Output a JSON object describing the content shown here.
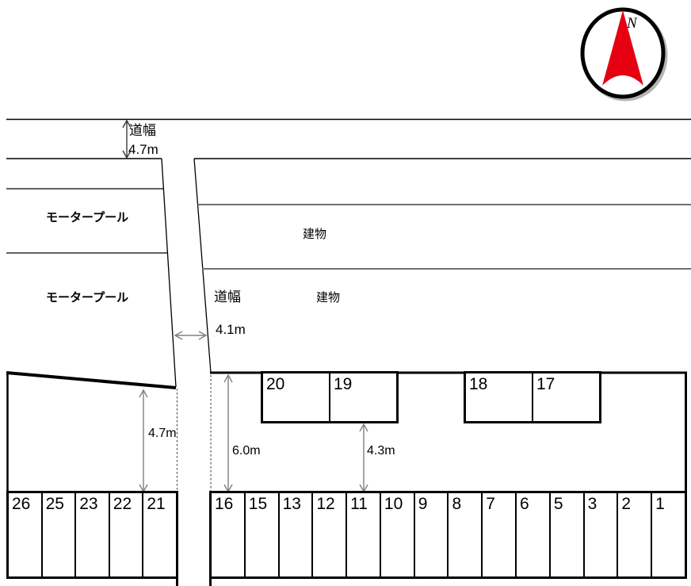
{
  "compass": {
    "north_label": "N"
  },
  "top_road": {
    "label": "道幅",
    "value": "4.7m"
  },
  "middle_road": {
    "label": "道幅",
    "value": "4.1m"
  },
  "labels": {
    "motorpool_upper": "モータープール",
    "motorpool_lower": "モータープール",
    "building_upper": "建物",
    "building_lower": "建物"
  },
  "dimensions": {
    "left_block_depth": "4.7m",
    "right_block_left_depth": "6.0m",
    "right_block_inner_depth": "4.3m"
  },
  "stalls": {
    "upper_row": [
      "20",
      "19",
      "18",
      "17"
    ],
    "lower_left_row": [
      "26",
      "25",
      "23",
      "22",
      "21"
    ],
    "lower_right_row": [
      "16",
      "15",
      "13",
      "12",
      "11",
      "10",
      "9",
      "8",
      "7",
      "6",
      "5",
      "3",
      "2",
      "1"
    ]
  },
  "colors": {
    "north_arrow_red": "#e60012",
    "building_line_gray": "#707070",
    "dimension_arrow_gray": "#808080"
  }
}
